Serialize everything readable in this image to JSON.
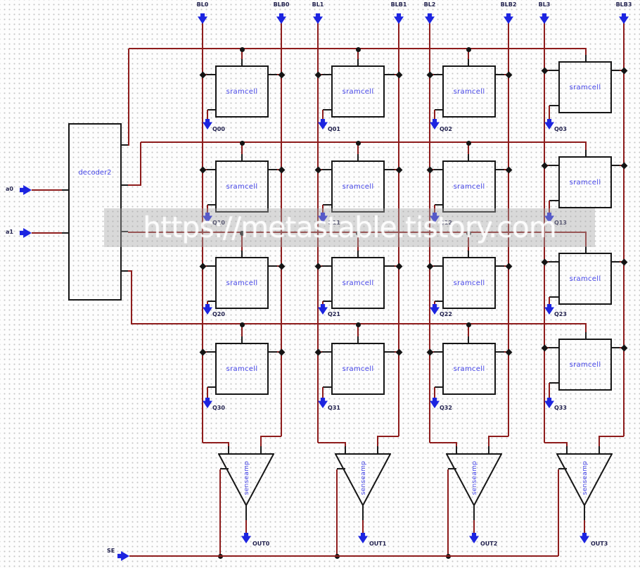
{
  "watermark_text": "https://metastable.tistory.com",
  "decoder": {
    "label": "decoder2"
  },
  "cell_label": "sramcell",
  "senseamp_label": "senseamp",
  "columns": [
    {
      "bl": "BL0",
      "blb": "BLB0"
    },
    {
      "bl": "BL1",
      "blb": "BLB1"
    },
    {
      "bl": "BL2",
      "blb": "BLB2"
    },
    {
      "bl": "BL3",
      "blb": "BLB3"
    }
  ],
  "q_labels": [
    [
      "Q00",
      "Q01",
      "Q02",
      "Q03"
    ],
    [
      "Q10",
      "Q11",
      "Q12",
      "Q13"
    ],
    [
      "Q20",
      "Q21",
      "Q22",
      "Q23"
    ],
    [
      "Q30",
      "Q31",
      "Q32",
      "Q33"
    ]
  ],
  "out_labels": [
    "OUT0",
    "OUT1",
    "OUT2",
    "OUT3"
  ],
  "address_inputs": [
    "a0",
    "a1"
  ],
  "enable_input": "SE",
  "colors": {
    "wire_red": "#8e1c1c",
    "wire_black": "#1c1c1c",
    "component_text_blue": "#4646e8",
    "pin_arrow_blue": "#1c24e0",
    "pin_label": "#23234f"
  }
}
